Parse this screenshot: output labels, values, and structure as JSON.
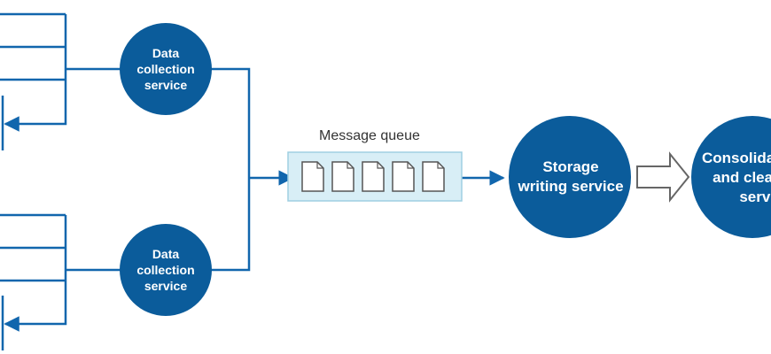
{
  "diagram": {
    "collector_top": {
      "lines": [
        "Data",
        "collection",
        "service"
      ]
    },
    "collector_bottom": {
      "lines": [
        "Data",
        "collection",
        "service"
      ]
    },
    "queue": {
      "title": "Message queue",
      "message_count": 5
    },
    "storage": {
      "lines": [
        "Storage",
        "writing service"
      ]
    },
    "consolidation": {
      "lines": [
        "Consolidation",
        "and cleanup",
        "service"
      ]
    },
    "colors": {
      "node_fill": "#0b5c9b",
      "line": "#1166ad",
      "queue_fill": "#d8eef6",
      "queue_border": "#9fcfe2",
      "doc_stroke": "#555555",
      "hollow_arrow": "#666666"
    }
  }
}
